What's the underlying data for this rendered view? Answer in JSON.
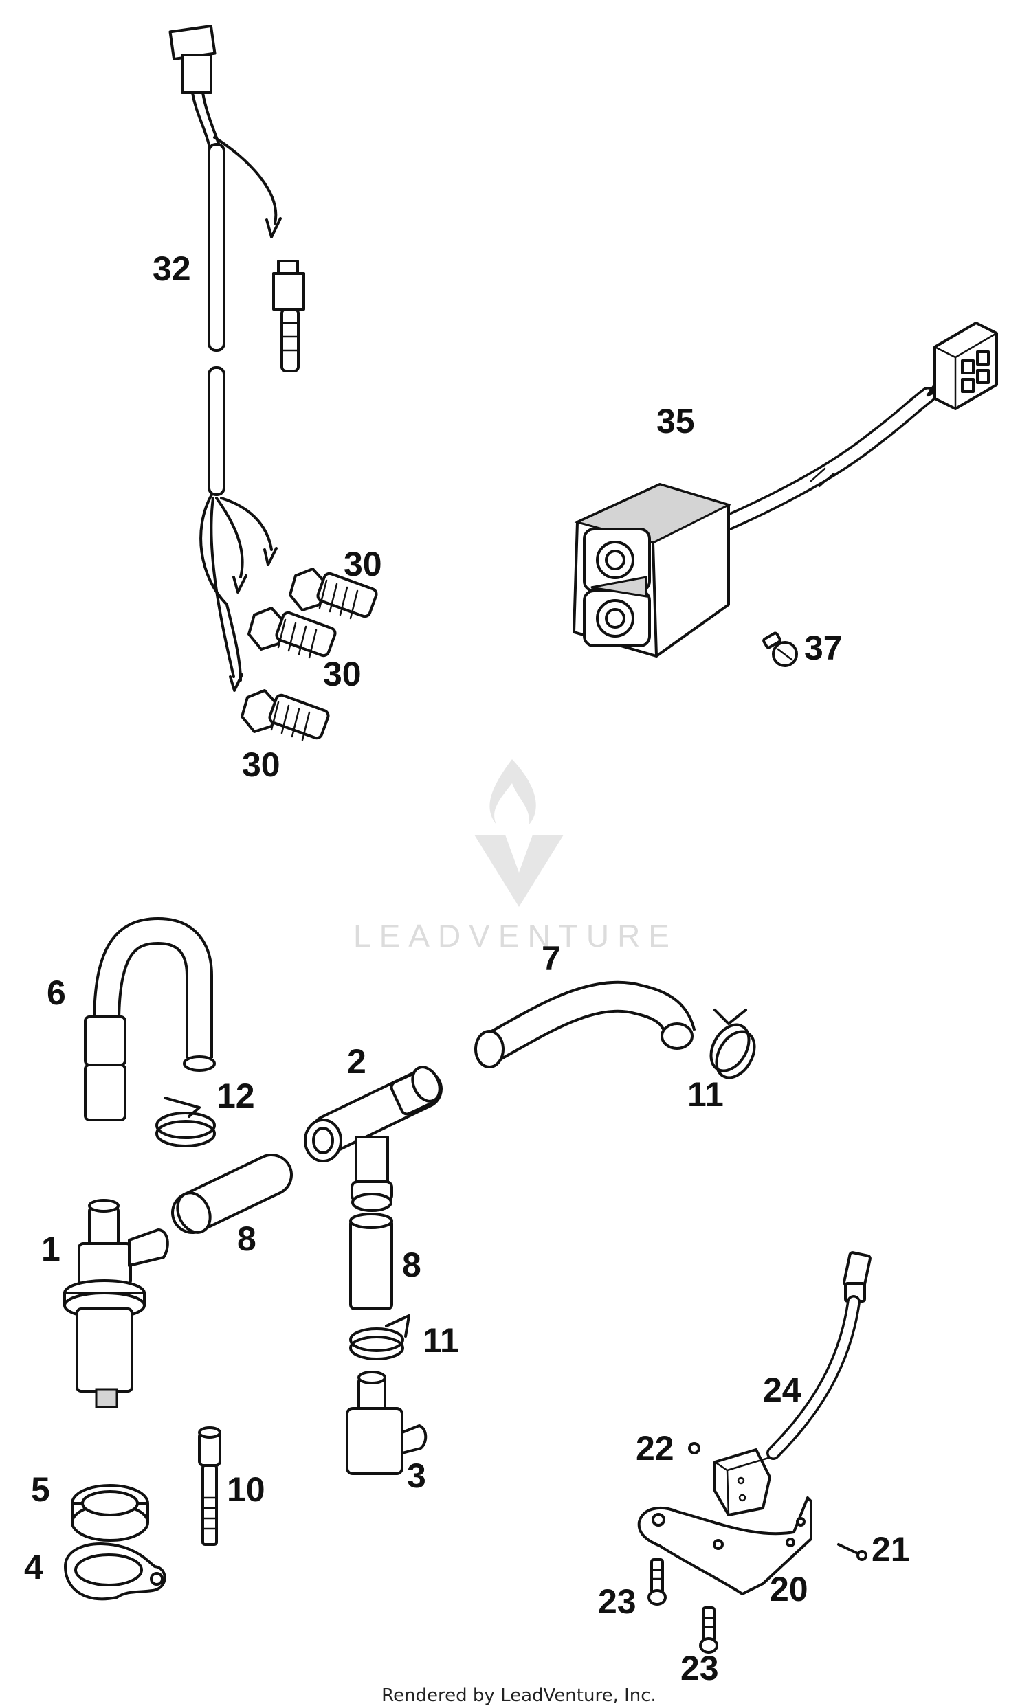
{
  "diagram": {
    "callouts": {
      "p32": "32",
      "p30a": "30",
      "p30b": "30",
      "p30c": "30",
      "p35": "35",
      "p37": "37",
      "p6": "6",
      "p7": "7",
      "p2": "2",
      "p12": "12",
      "p11a": "11",
      "p1": "1",
      "p8a": "8",
      "p8b": "8",
      "p11b": "11",
      "p3": "3",
      "p10": "10",
      "p5": "5",
      "p4": "4",
      "p24": "24",
      "p22": "22",
      "p21": "21",
      "p20": "20",
      "p23a": "23",
      "p23b": "23"
    },
    "watermark": "LEADVENTURE",
    "footer": "Rendered by LeadVenture, Inc."
  }
}
